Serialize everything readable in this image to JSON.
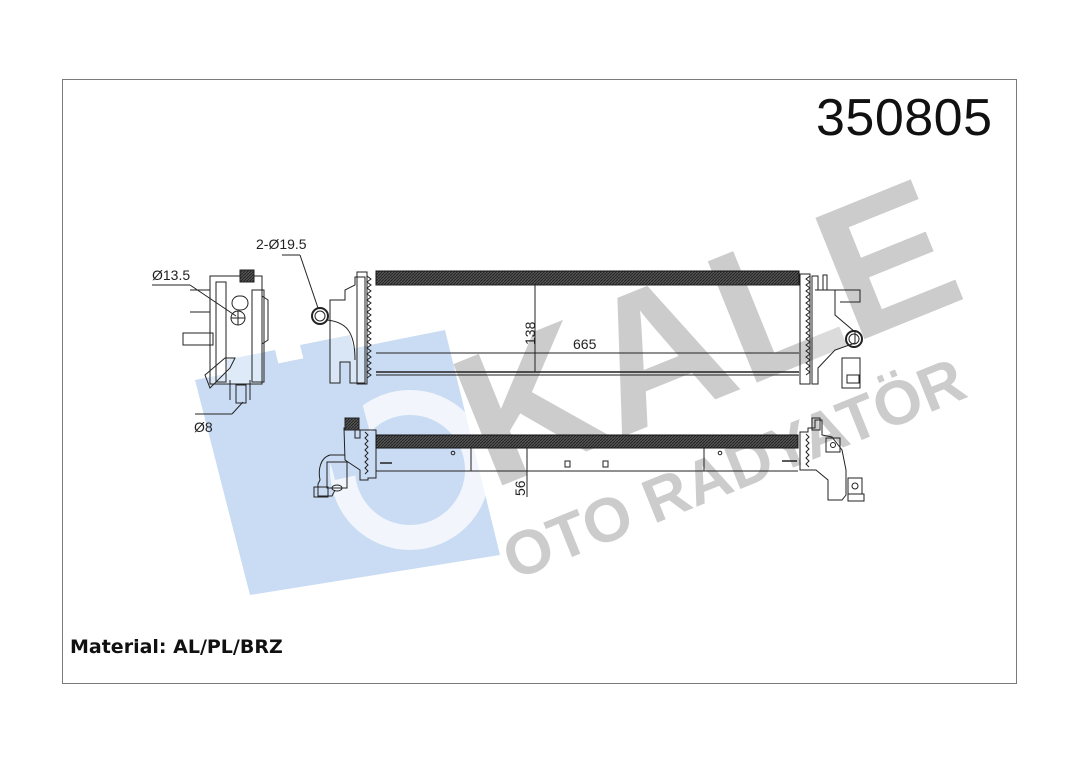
{
  "drawing": {
    "part_number": "350805",
    "material_label": "Material: AL/PL/BRZ",
    "watermark": {
      "brand": "KALE",
      "subtitle": "OTO RADYATÖR",
      "brand_color": "#c8c8c8",
      "logo_color": "#c9dcf3"
    },
    "dimensions": {
      "inlet_outlet": "2-Ø19.5",
      "side_port_large": "Ø13.5",
      "side_port_small": "Ø8",
      "core_height": "138",
      "core_length": "665",
      "core_depth": "56"
    },
    "views": [
      "side-view",
      "front-view",
      "top-view"
    ]
  }
}
